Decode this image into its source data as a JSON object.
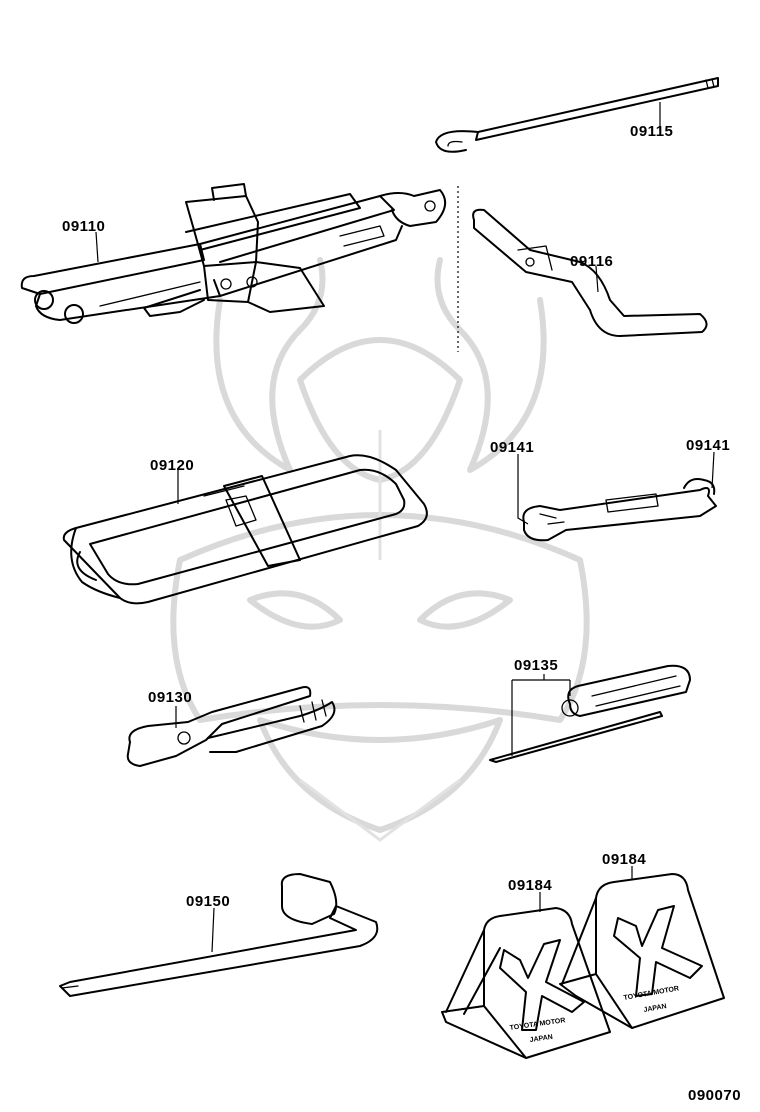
{
  "diagram": {
    "parts": [
      {
        "id": "jack-handle",
        "number": "09115"
      },
      {
        "id": "jack",
        "number": "09110"
      },
      {
        "id": "jack-handle-extension",
        "number": "09116"
      },
      {
        "id": "tool-bag",
        "number": "09120"
      },
      {
        "id": "wrench-left",
        "number": "09141"
      },
      {
        "id": "wrench-right",
        "number": "09141"
      },
      {
        "id": "pliers",
        "number": "09130"
      },
      {
        "id": "screwdriver",
        "number": "09135"
      },
      {
        "id": "wheel-nut-wrench",
        "number": "09150"
      },
      {
        "id": "wheel-chock-left",
        "number": "09184"
      },
      {
        "id": "wheel-chock-right",
        "number": "09184"
      }
    ],
    "chock_text": {
      "brand": "TOYOTA MOTOR",
      "country": "JAPAN"
    },
    "figure_code": "090070"
  }
}
